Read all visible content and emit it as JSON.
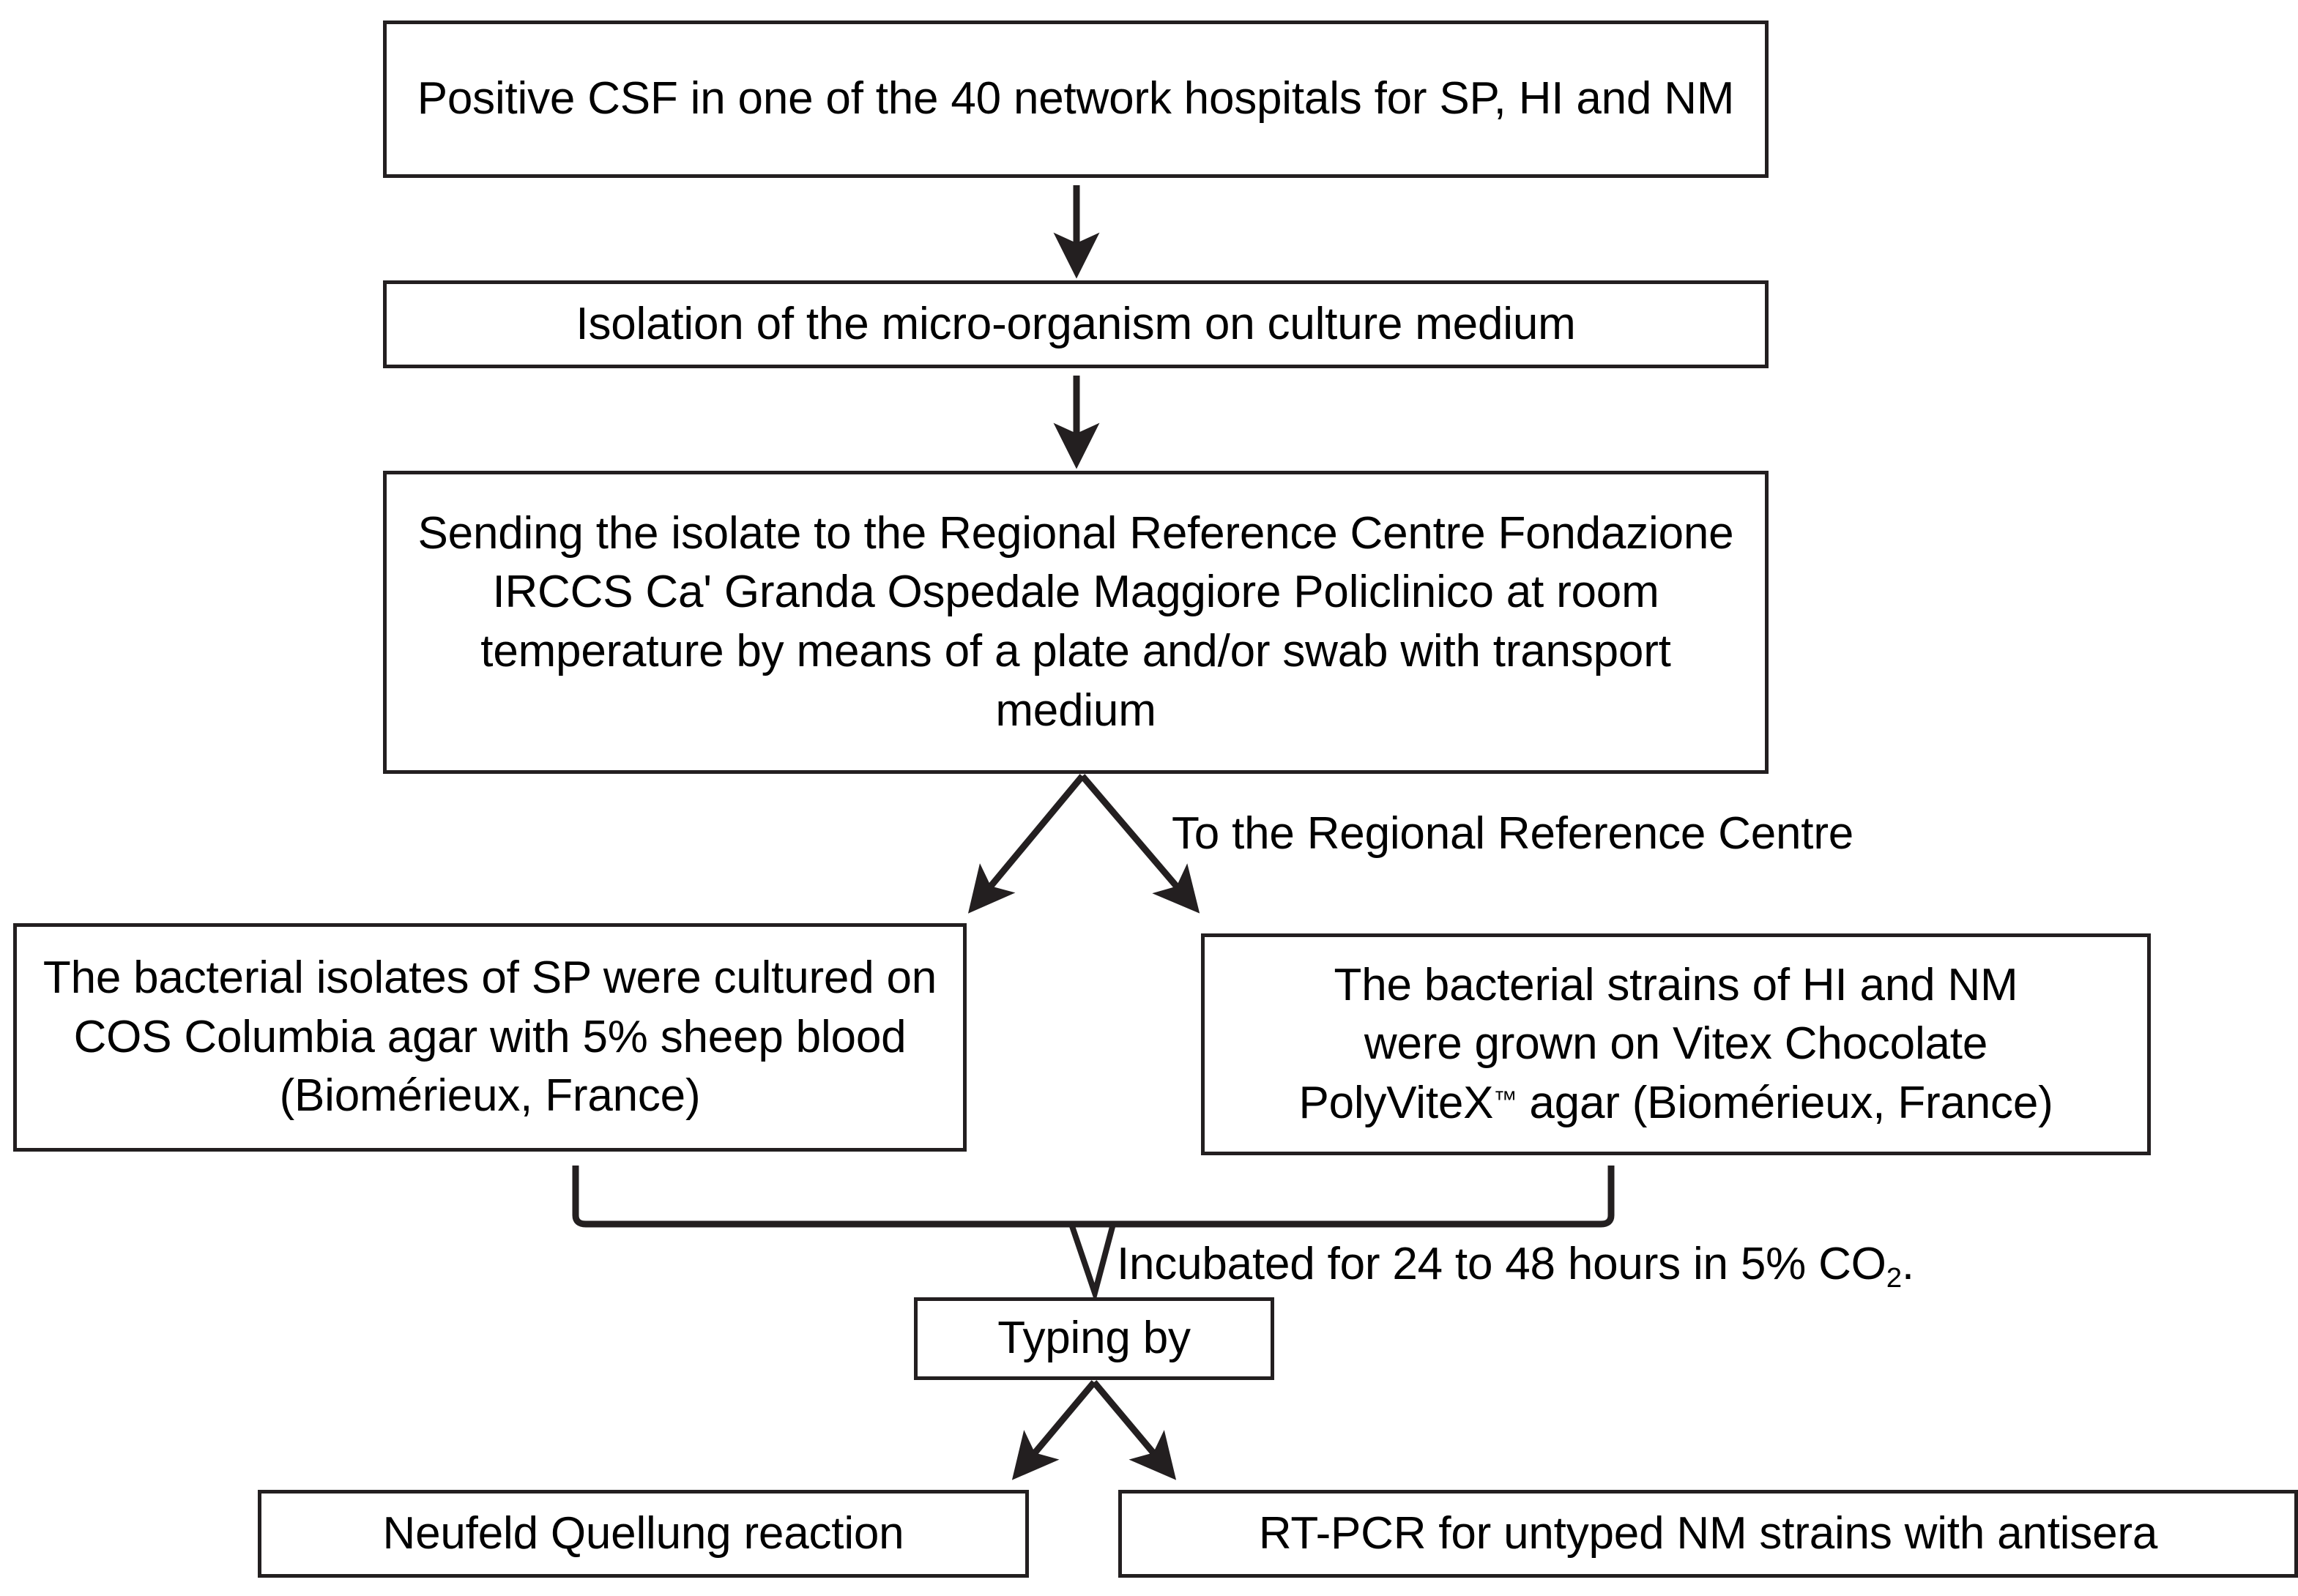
{
  "diagram": {
    "title": "Laboratory workflow for CSF isolate typing",
    "background": "#ffffff",
    "stroke_color": "#231f20",
    "text_color": "#000000"
  },
  "nodes": {
    "positive_csf": "Positive CSF in one of the 40 network hospitals for SP, HI and NM",
    "isolation": "Isolation of the micro-organism on culture medium",
    "sending_isolate": "Sending the isolate to the Regional Reference Centre Fondazione IRCCS Ca' Granda Ospedale Maggiore Policlinico at room temperature by means of a plate and/or swab with transport medium",
    "sp_culture": "The bacterial isolates of SP were cultured on COS Columbia agar with 5% sheep blood (Biomérieux, France)",
    "hi_nm_culture_line1": "The bacterial strains of HI and NM",
    "hi_nm_culture_line2": "were grown on Vitex Chocolate",
    "hi_nm_culture_line3_pre": "PolyViteX",
    "hi_nm_culture_line3_tm": "™",
    "hi_nm_culture_line3_post": " agar (Biomérieux, France)",
    "typing_by": "Typing by",
    "neufeld": "Neufeld Quellung reaction",
    "rtpcr": "RT-PCR for untyped NM strains with antisera"
  },
  "edge_labels": {
    "to_regional_reference_centre": "To the Regional Reference Centre",
    "incubated_pre": "Incubated for 24 to 48 hours in 5% CO",
    "incubated_sub": "2",
    "incubated_post": "."
  }
}
